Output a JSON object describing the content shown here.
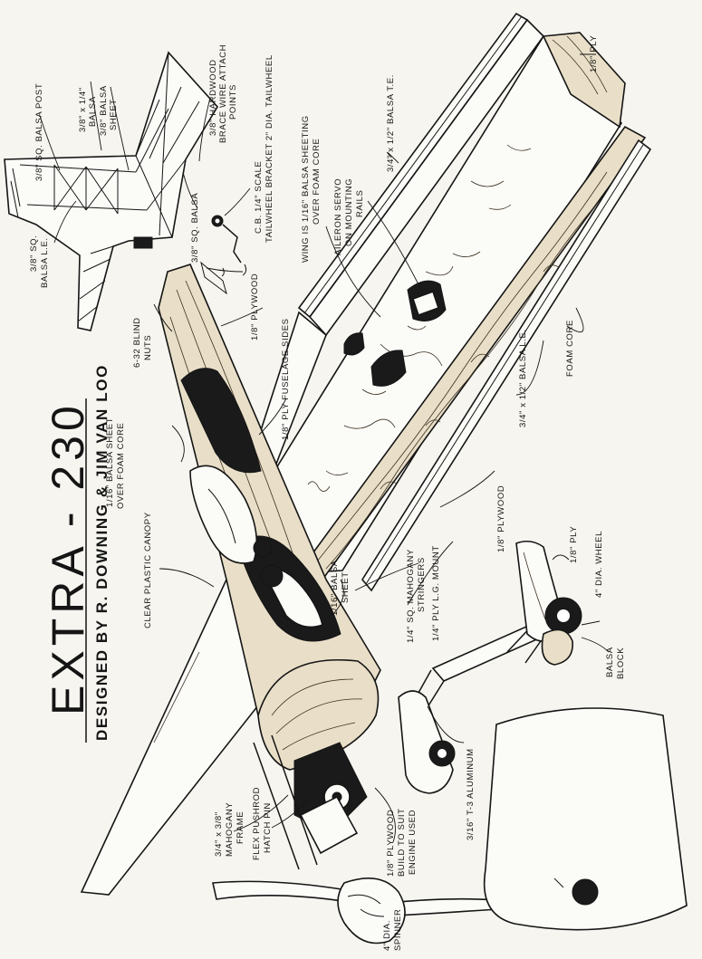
{
  "title": "EXTRA - 230",
  "subtitle": "DESIGNED BY R. DOWNING & JIM VAN LOO",
  "callouts": {
    "balsa_post": "3/8\" SQ. BALSA POST",
    "balsa_3x14": "3/8\" x 1/4\"",
    "balsa_3x14_b": "BALSA",
    "balsa_sheet_38": "3/8\" BALSA",
    "balsa_sheet_38_b": "SHEET",
    "balsa_le_38": "3/8\" SQ.",
    "balsa_le_38_b": "BALSA L.E.",
    "hardwood_brace": "3/8\" HARDWOOD",
    "hardwood_brace_b": "BRACE WIRE ATTACH",
    "hardwood_brace_c": "POINTS",
    "sq_balsa": "3/8\" SQ. BALSA",
    "tailwheel": "C.B. 1/4\" SCALE",
    "tailwheel_b": "TAILWHEEL BRACKET 2\" DIA. TAILWHEEL",
    "plywood_18_top": "1/8\" PLYWOOD",
    "fuselage_sides": "1/8\" PLY FUSELAGE SIDES",
    "blind_nuts": "6-32 BLIND",
    "blind_nuts_b": "NUTS",
    "wing_sheeting": "WING IS 1/16\" BALSA SHEETING",
    "wing_sheeting_b": "OVER FOAM CORE",
    "aileron_servo": "AILERON SERVO",
    "aileron_servo_b": "ON MOUNTING",
    "aileron_servo_c": "RAILS",
    "balsa_te": "3/4\" x 1/2\" BALSA T.E.",
    "ply_18_tip": "1/8\" PLY",
    "foam_core": "FOAM CORE",
    "balsa_le_34": "3/4\" x 1/2\" BALSA L.E.",
    "plywood_18_wing": "1/8\" PLYWOOD",
    "balsa_sheet_foam": "1/16\" BALSA SHEET",
    "balsa_sheet_foam_b": "OVER FOAM CORE",
    "canopy": "CLEAR PLASTIC CANOPY",
    "balsa_sheet_116": "1/16\" BALSA",
    "balsa_sheet_116_b": "SHEET",
    "mahogany_stringers": "1/4\" SQ. MAHOGANY",
    "mahogany_stringers_b": "STRINGERS",
    "lg_mount": "1/4\" PLY L.G. MOUNT",
    "ply_wheelpant": "1/8\" PLY",
    "wheel": "4\" DIA. WHEEL",
    "balsa_block": "BALSA",
    "balsa_block_b": "BLOCK",
    "aluminum": "3/16\" T-3 ALUMINUM",
    "mahogany_frame": "3/4\" x 3/8\"",
    "mahogany_frame_b": "MAHOGANY",
    "mahogany_frame_c": "FRAME",
    "flex_pushrod": "FLEX PUSHROD",
    "flex_pushrod_b": "HATCH PIN",
    "plywood_engine": "1/8\" PLYWOOD",
    "plywood_engine_b": "BUILD TO SUIT",
    "plywood_engine_c": "ENGINE USED",
    "spinner": "4\" DIA.",
    "spinner_b": "SPINNER"
  }
}
